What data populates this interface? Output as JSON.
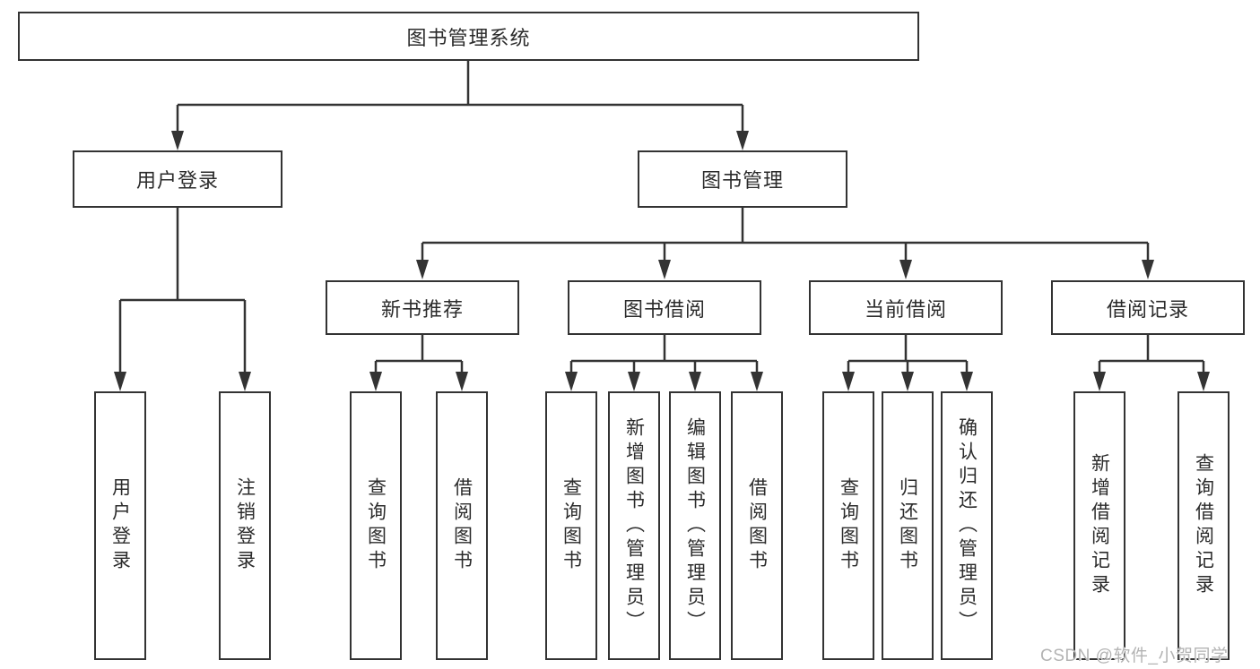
{
  "tree": {
    "root": {
      "label": "图书管理系统"
    },
    "branches": [
      {
        "label": "用户登录",
        "leaves": [
          {
            "label": "用户登录"
          },
          {
            "label": "注销登录"
          }
        ]
      },
      {
        "label": "图书管理",
        "groups": [
          {
            "label": "新书推荐",
            "leaves": [
              {
                "label": "查询图书"
              },
              {
                "label": "借阅图书"
              }
            ]
          },
          {
            "label": "图书借阅",
            "leaves": [
              {
                "label": "查询图书"
              },
              {
                "label": "新增图书（管理员）"
              },
              {
                "label": "编辑图书（管理员）"
              },
              {
                "label": "借阅图书"
              }
            ]
          },
          {
            "label": "当前借阅",
            "leaves": [
              {
                "label": "查询图书"
              },
              {
                "label": "归还图书"
              },
              {
                "label": "确认归还（管理员）"
              }
            ]
          },
          {
            "label": "借阅记录",
            "leaves": [
              {
                "label": "新增借阅记录"
              },
              {
                "label": "查询借阅记录"
              }
            ]
          }
        ]
      }
    ]
  },
  "watermark": {
    "text": "CSDN @软件_小贺同学"
  },
  "colors": {
    "line": "#333333",
    "text": "#2b2b2b",
    "watermark": "#b3b3b3",
    "background": "#ffffff"
  }
}
